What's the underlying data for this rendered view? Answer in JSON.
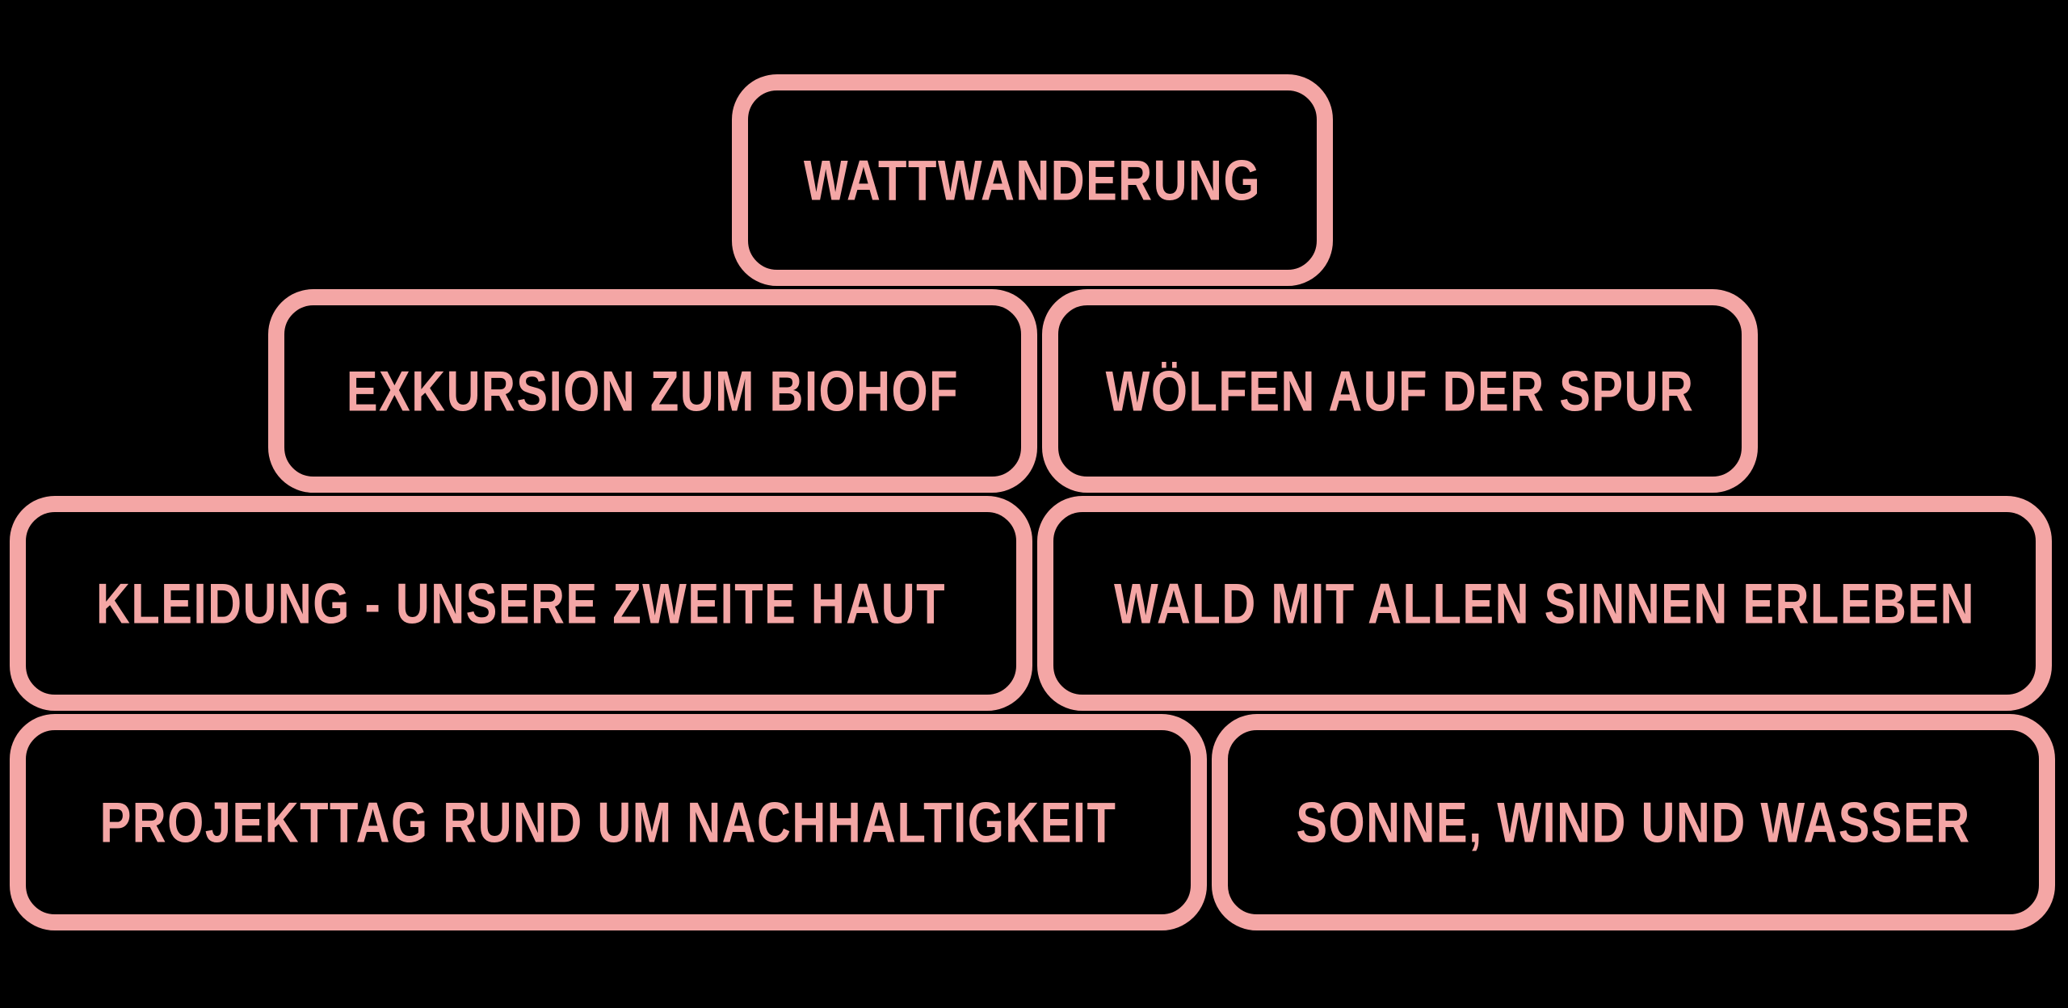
{
  "colors": {
    "accent": "#f4a6a5",
    "background": "#000000"
  },
  "diagram": {
    "rows": [
      {
        "boxes": [
          {
            "label": "WATTWANDERUNG"
          }
        ]
      },
      {
        "boxes": [
          {
            "label": "EXKURSION ZUM BIOHOF"
          },
          {
            "label": "WÖLFEN AUF DER SPUR"
          }
        ]
      },
      {
        "boxes": [
          {
            "label": "KLEIDUNG - UNSERE ZWEITE HAUT"
          },
          {
            "label": "WALD MIT ALLEN SINNEN ERLEBEN"
          }
        ]
      },
      {
        "boxes": [
          {
            "label": "PROJEKTTAG RUND UM NACHHALTIGKEIT"
          },
          {
            "label": "SONNE, WIND UND WASSER"
          }
        ]
      }
    ]
  }
}
